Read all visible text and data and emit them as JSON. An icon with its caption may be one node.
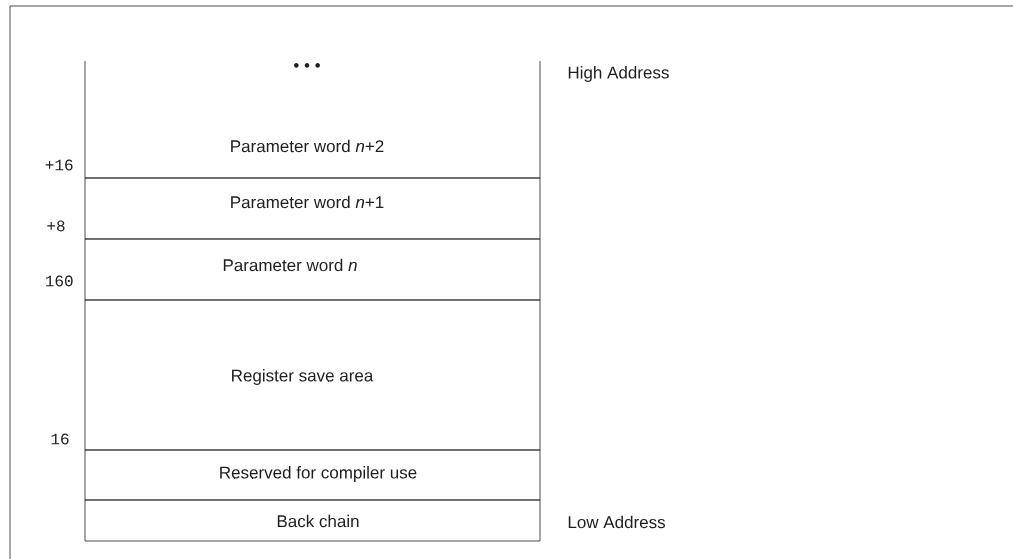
{
  "diagram": {
    "nodes": [
      {
        "text": [
          "• • •",
          "Parameter word *n*+2"
        ]
      },
      {
        "text": [
          "Parameter word *n*+1"
        ]
      },
      {
        "text": [
          "Parameter word *n*"
        ]
      },
      {
        "text": [
          "Register save area"
        ]
      },
      {
        "text": [
          "Reserved for compiler use"
        ]
      },
      {
        "text": [
          "Back chain"
        ]
      }
    ],
    "labels": [
      "+16",
      "+8",
      "160",
      "16",
      "High Address",
      "Low Address"
    ]
  }
}
